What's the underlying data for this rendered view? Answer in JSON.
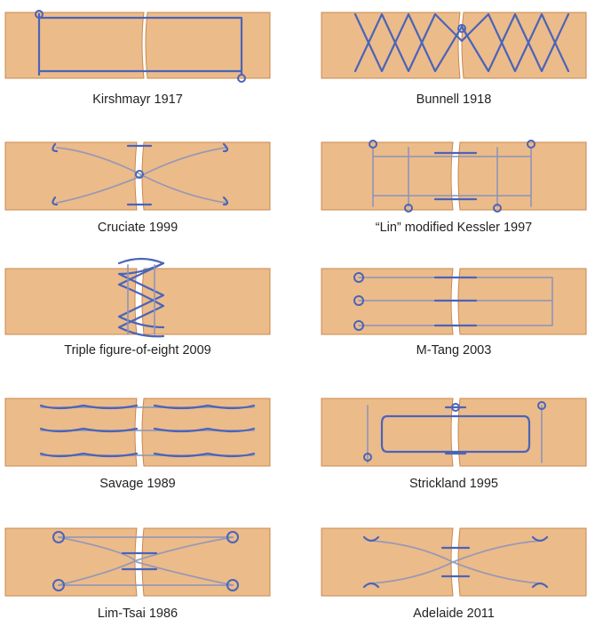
{
  "figure": {
    "panels": [
      {
        "id": "kirshmayr",
        "label": "Kirshmayr 1917"
      },
      {
        "id": "bunnell",
        "label": "Bunnell 1918"
      },
      {
        "id": "cruciate",
        "label": "Cruciate 1999"
      },
      {
        "id": "lin-kessler",
        "label": "“Lin” modified Kessler 1997"
      },
      {
        "id": "triple-fig8",
        "label": "Triple figure-of-eight 2009"
      },
      {
        "id": "m-tang",
        "label": "M-Tang 2003"
      },
      {
        "id": "savage",
        "label": "Savage 1989"
      },
      {
        "id": "strickland",
        "label": "Strickland 1995"
      },
      {
        "id": "lim-tsai",
        "label": "Lim-Tsai 1986"
      },
      {
        "id": "adelaide",
        "label": "Adelaide 2011"
      }
    ],
    "colors": {
      "tendon_light": "#f3d3ae",
      "tendon_mid": "#e9b07c",
      "tendon_dark": "#d18d52",
      "suture_blue": "#4a64b8",
      "suture_grey": "#8f96b8",
      "caption_text": "#222222"
    }
  }
}
